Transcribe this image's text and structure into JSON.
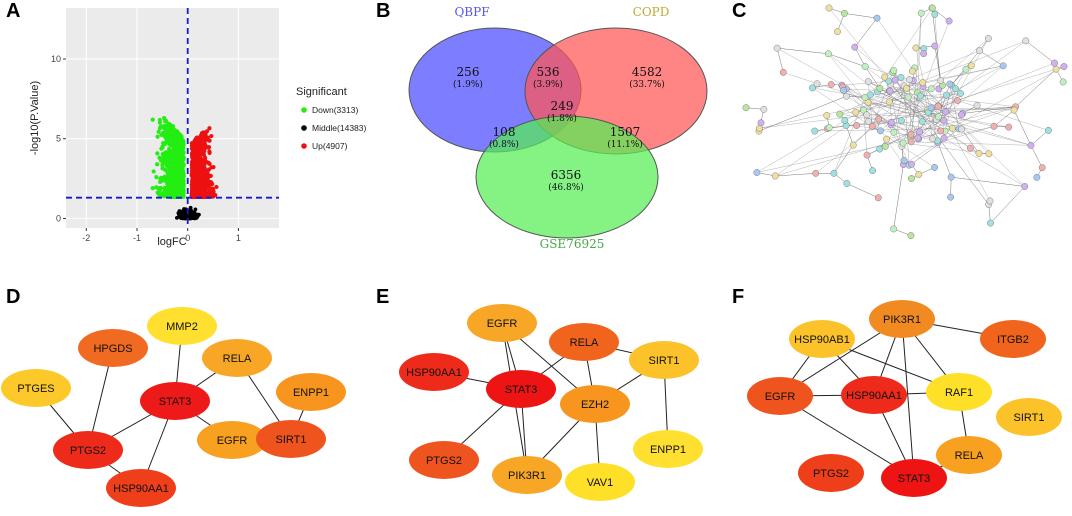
{
  "panels": {
    "A": "A",
    "B": "B",
    "C": "C",
    "D": "D",
    "E": "E",
    "F": "F"
  },
  "colors": {
    "down": "#22ee11",
    "middle": "#000000",
    "up": "#ee1111",
    "threshold_line": "#1a1acc",
    "grid_bg": "#ebebeb",
    "venn_qbpf": "#6666ff",
    "venn_copd": "#ff6666",
    "venn_gse": "#66ee66",
    "hub_high": "#ee1111",
    "hub_low": "#ffee22"
  },
  "chart_data": {
    "type": "scatter",
    "title": "",
    "xlabel": "logFC",
    "ylabel": "-log10(P.Value)",
    "xlim": [
      -2.4,
      1.8
    ],
    "ylim": [
      -0.6,
      13.2
    ],
    "xticks": [
      "-2",
      "-1",
      "0",
      "1"
    ],
    "yticks": [
      "0",
      "5",
      "10"
    ],
    "grid": true,
    "legend_placement": "right",
    "legend_title": "Significant",
    "series": [
      {
        "name": "Down(3313)",
        "color": "#22ee11"
      },
      {
        "name": "Middle(14383)",
        "color": "#000000"
      },
      {
        "name": "Up(4907)",
        "color": "#ee1111"
      }
    ],
    "thresholds": {
      "vertical_x": 0,
      "horizontal_y": 1.3
    }
  },
  "venn": {
    "sets": [
      "QBPF",
      "COPD",
      "GSE76925"
    ],
    "regions": [
      {
        "count": "256",
        "pct": "(1.9%)"
      },
      {
        "count": "536",
        "pct": "(3.9%)"
      },
      {
        "count": "4582",
        "pct": "(33.7%)"
      },
      {
        "count": "249",
        "pct": "(1.8%)"
      },
      {
        "count": "108",
        "pct": "(0.8%)"
      },
      {
        "count": "1507",
        "pct": "(11.1%)"
      },
      {
        "count": "6356",
        "pct": "(46.8%)"
      }
    ]
  },
  "network_d": {
    "nodes": [
      {
        "id": "MMP2",
        "color": "#ffe030"
      },
      {
        "id": "HPGDS",
        "color": "#f06a22"
      },
      {
        "id": "RELA",
        "color": "#f8a626"
      },
      {
        "id": "PTGES",
        "color": "#fcc82a"
      },
      {
        "id": "STAT3",
        "color": "#ee1a1a"
      },
      {
        "id": "ENPP1",
        "color": "#f8951e"
      },
      {
        "id": "PTGS2",
        "color": "#ee2a1a"
      },
      {
        "id": "EGFR",
        "color": "#f8a020"
      },
      {
        "id": "SIRT1",
        "color": "#f0541e"
      },
      {
        "id": "HSP90AA1",
        "color": "#ee3e1a"
      }
    ]
  },
  "network_e": {
    "nodes": [
      {
        "id": "EGFR",
        "color": "#f8a626"
      },
      {
        "id": "RELA",
        "color": "#f0641e"
      },
      {
        "id": "SIRT1",
        "color": "#fcc22a"
      },
      {
        "id": "HSP90AA1",
        "color": "#ee2a1a"
      },
      {
        "id": "STAT3",
        "color": "#ee1414"
      },
      {
        "id": "EZH2",
        "color": "#f8951e"
      },
      {
        "id": "ENPP1",
        "color": "#ffe030"
      },
      {
        "id": "PTGS2",
        "color": "#f0541e"
      },
      {
        "id": "PIK3R1",
        "color": "#f8a626"
      },
      {
        "id": "VAV1",
        "color": "#ffe028"
      }
    ]
  },
  "network_f": {
    "nodes": [
      {
        "id": "PIK3R1",
        "color": "#f28a22"
      },
      {
        "id": "HSP90AB1",
        "color": "#fcc22a"
      },
      {
        "id": "ITGB2",
        "color": "#f0641e"
      },
      {
        "id": "RAF1",
        "color": "#ffe028"
      },
      {
        "id": "EGFR",
        "color": "#f0541e"
      },
      {
        "id": "HSP90AA1",
        "color": "#ee2a1a"
      },
      {
        "id": "SIRT1",
        "color": "#fcc22a"
      },
      {
        "id": "RELA",
        "color": "#f8a020"
      },
      {
        "id": "PTGS2",
        "color": "#ee3e1a"
      },
      {
        "id": "STAT3",
        "color": "#ee1414"
      }
    ]
  }
}
